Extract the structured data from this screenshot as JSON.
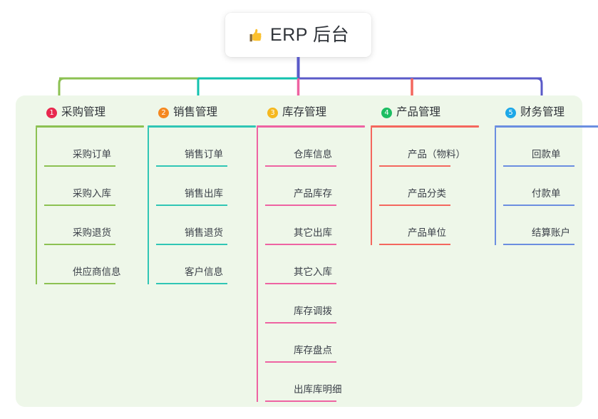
{
  "root": {
    "icon": "thumbs-up-icon",
    "title": "ERP 后台"
  },
  "colors": {
    "panel_background": "#eef7e9",
    "page_background": "#ffffff",
    "root_stem": "#5a5ac8",
    "branch_green": "#7ac143",
    "branch_teal": "#12c2ae",
    "branch_blue": "#5a5ac8"
  },
  "columns": [
    {
      "index": "1",
      "title": "采购管理",
      "badge_color": "#e8284e",
      "line_color": "#8cc152",
      "items": [
        {
          "label": "采购订单"
        },
        {
          "label": "采购入库"
        },
        {
          "label": "采购退货"
        },
        {
          "label": "供应商信息"
        }
      ]
    },
    {
      "index": "2",
      "title": "销售管理",
      "badge_color": "#f5881f",
      "line_color": "#30c6b5",
      "items": [
        {
          "label": "销售订单"
        },
        {
          "label": "销售出库"
        },
        {
          "label": "销售退货"
        },
        {
          "label": "客户信息"
        }
      ]
    },
    {
      "index": "3",
      "title": "库存管理",
      "badge_color": "#f5b81f",
      "line_color": "#ee63a2",
      "items": [
        {
          "label": "仓库信息"
        },
        {
          "label": "产品库存"
        },
        {
          "label": "其它出库"
        },
        {
          "label": "其它入库"
        },
        {
          "label": "库存调拨"
        },
        {
          "label": "库存盘点"
        },
        {
          "label": "出库库明细"
        }
      ]
    },
    {
      "index": "4",
      "title": "产品管理",
      "badge_color": "#1cbd62",
      "line_color": "#f4675e",
      "items": [
        {
          "label": "产品（物料）"
        },
        {
          "label": "产品分类"
        },
        {
          "label": "产品单位"
        }
      ]
    },
    {
      "index": "5",
      "title": "财务管理",
      "badge_color": "#1da8e8",
      "line_color": "#6b8ee0",
      "items": [
        {
          "label": "回款单"
        },
        {
          "label": "付款单"
        },
        {
          "label": "结算账户"
        }
      ]
    }
  ]
}
